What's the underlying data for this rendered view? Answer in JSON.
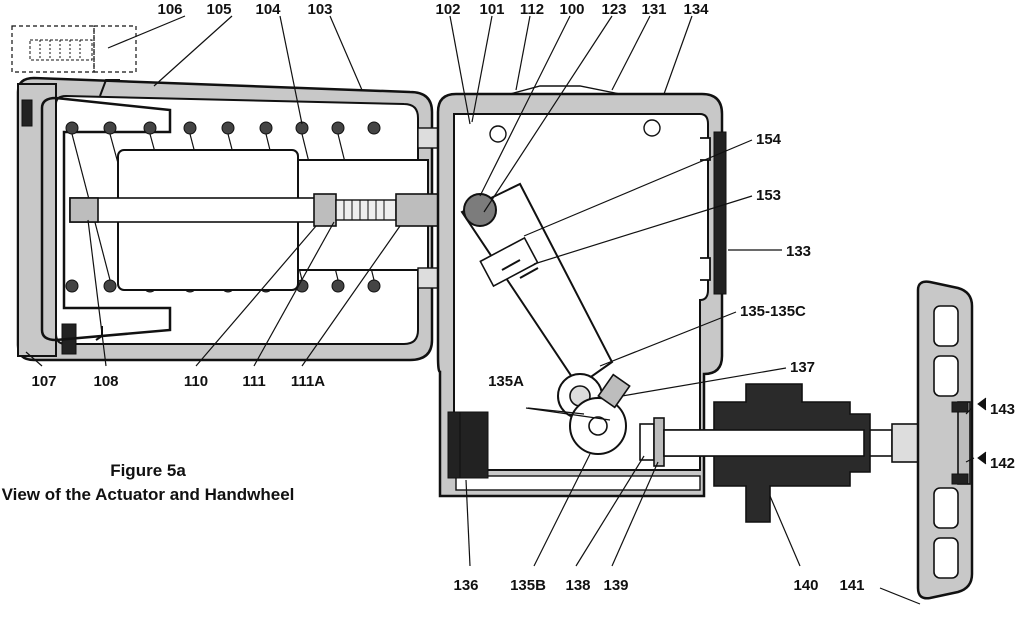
{
  "caption": {
    "line1": "Figure 5a",
    "line2": "View of the Actuator and Handwheel"
  },
  "callouts": {
    "top": [
      "106",
      "105",
      "104",
      "103",
      "102",
      "101",
      "112",
      "100",
      "123",
      "131",
      "134"
    ],
    "right": [
      "154",
      "153",
      "133",
      "135-135C",
      "137"
    ],
    "left_row": [
      "107",
      "108",
      "110",
      "111",
      "111A",
      "135A"
    ],
    "handwheel": [
      "143",
      "142"
    ],
    "bottom": [
      "136",
      "135B",
      "138",
      "139",
      "140",
      "141"
    ]
  }
}
